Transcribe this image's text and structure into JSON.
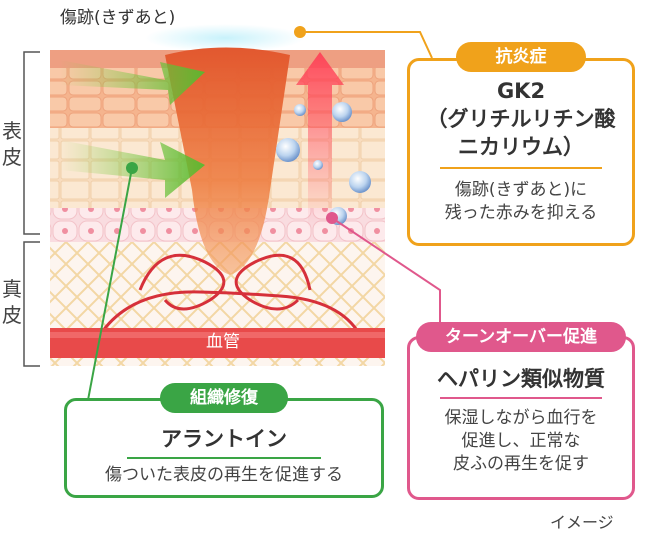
{
  "scar_label": "傷跡(きずあと)",
  "layers": {
    "epidermis": "表皮",
    "dermis": "真皮",
    "blood_vessel": "血管"
  },
  "callouts": {
    "anti_inflammation": {
      "badge": "抗炎症",
      "ingredient_line1": "GK2",
      "ingredient_line2": "（グリチルリチン酸",
      "ingredient_line3": "ニカリウム）",
      "desc_line1": "傷跡(きずあと)に",
      "desc_line2": "残った赤みを抑える",
      "color": "#f0a21b"
    },
    "turnover": {
      "badge": "ターンオーバー促進",
      "ingredient": "ヘパリン類似物質",
      "desc_line1": "保湿しながら血行を",
      "desc_line2": "促進し、正常な",
      "desc_line3": "皮ふの再生を促す",
      "color": "#e0588c"
    },
    "tissue_repair": {
      "badge": "組織修復",
      "ingredient": "アラントイン",
      "desc": "傷ついた表皮の再生を促進する",
      "color": "#3aa545"
    }
  },
  "image_note": "イメージ"
}
